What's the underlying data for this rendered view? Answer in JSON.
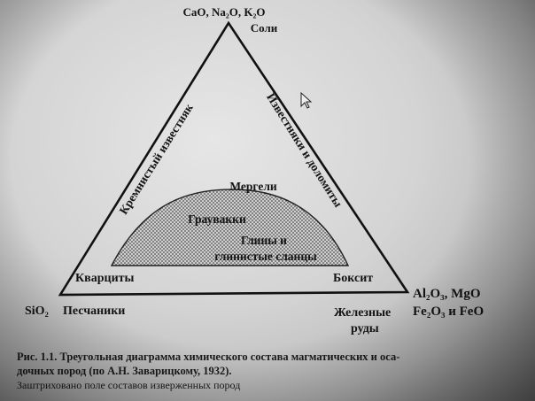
{
  "diagram": {
    "top_vertex": {
      "formula": "CaO, Na₂O, K₂O",
      "name": "Соли"
    },
    "left_vertex": {
      "formula": "SiO₂",
      "name": "Песчаники",
      "inner_label": "Кварциты"
    },
    "right_vertex": {
      "formula_line1": "Al₂O₃, MgO",
      "formula_line2": "Fe₂O₃ и FeO",
      "name_line1": "Железные",
      "name_line2": "руды",
      "inner_label": "Боксит"
    },
    "left_edge_label": "Кремнистый известняк",
    "right_edge_label": "Известняки и доломиты",
    "region_top_label": "Мергели",
    "region_label_1": "Граувакки",
    "region_label_2_line1": "Глины и",
    "region_label_2_line2": "глинистые сланцы"
  },
  "caption": {
    "line1": "Рис. 1.1. Треугольная диаграмма химического состава магматических и оса-",
    "line2": "дочных пород (по А.Н. Заварицкому, 1932).",
    "line3": "Заштриховано поле составов изверженных пород"
  }
}
